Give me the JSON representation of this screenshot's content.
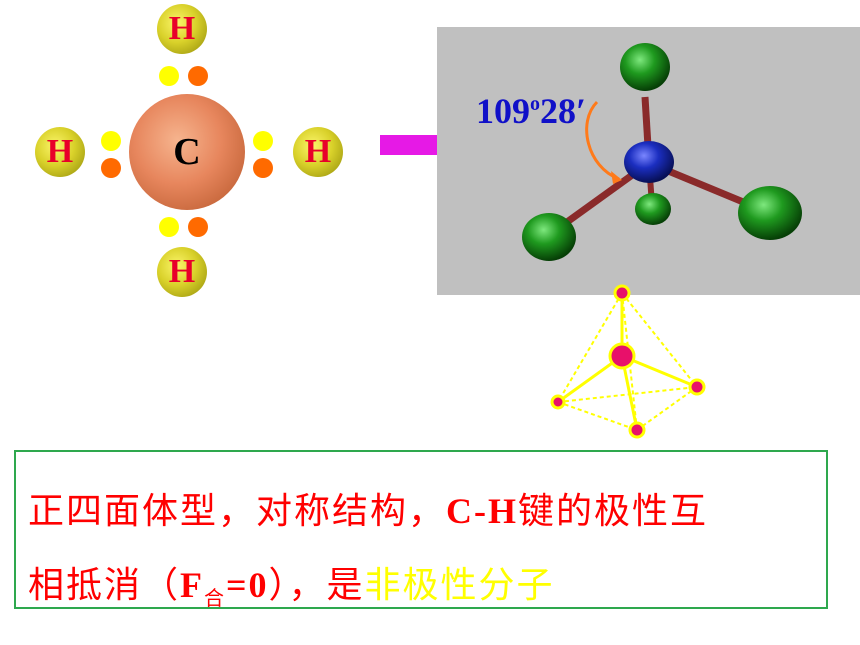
{
  "lewis": {
    "center": "C",
    "top": "H",
    "bottom": "H",
    "left": "H",
    "right": "H"
  },
  "model": {
    "angle": "109",
    "angle_deg": "o",
    "angle_min": "28′"
  },
  "description": {
    "line1_a": "正四面体型，对称结构，",
    "line1_b": "C-H",
    "line1_c": "键的极性互",
    "line2_a": "相抵消（",
    "line2_b": "F",
    "line2_sub": "合",
    "line2_c": "=0",
    "line2_d": "），是",
    "line2_highlight": "非极性分子"
  },
  "colors": {
    "arrow": "#e619e6",
    "h_label": "#e8002a",
    "angle_label": "#1010c8",
    "highlight": "#ffff00",
    "box_border": "#2ea84e"
  }
}
